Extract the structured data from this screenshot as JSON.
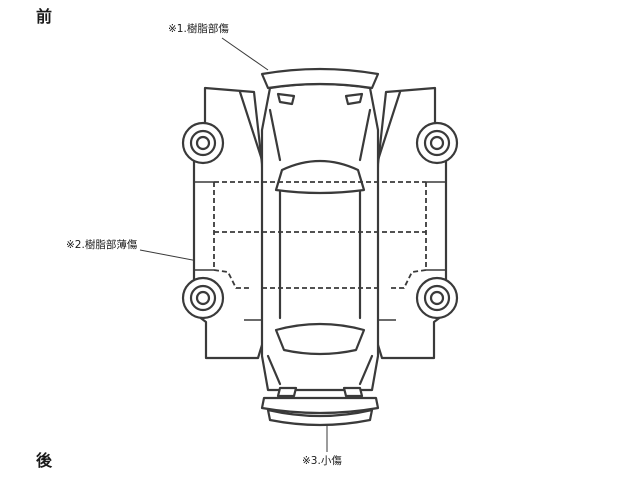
{
  "labels": {
    "front": "前",
    "rear": "後"
  },
  "notes": {
    "resin_damage": "※1.樹脂部傷",
    "resin_thin_damage": "※2.樹脂部薄傷",
    "small_damage": "※3.小傷"
  }
}
